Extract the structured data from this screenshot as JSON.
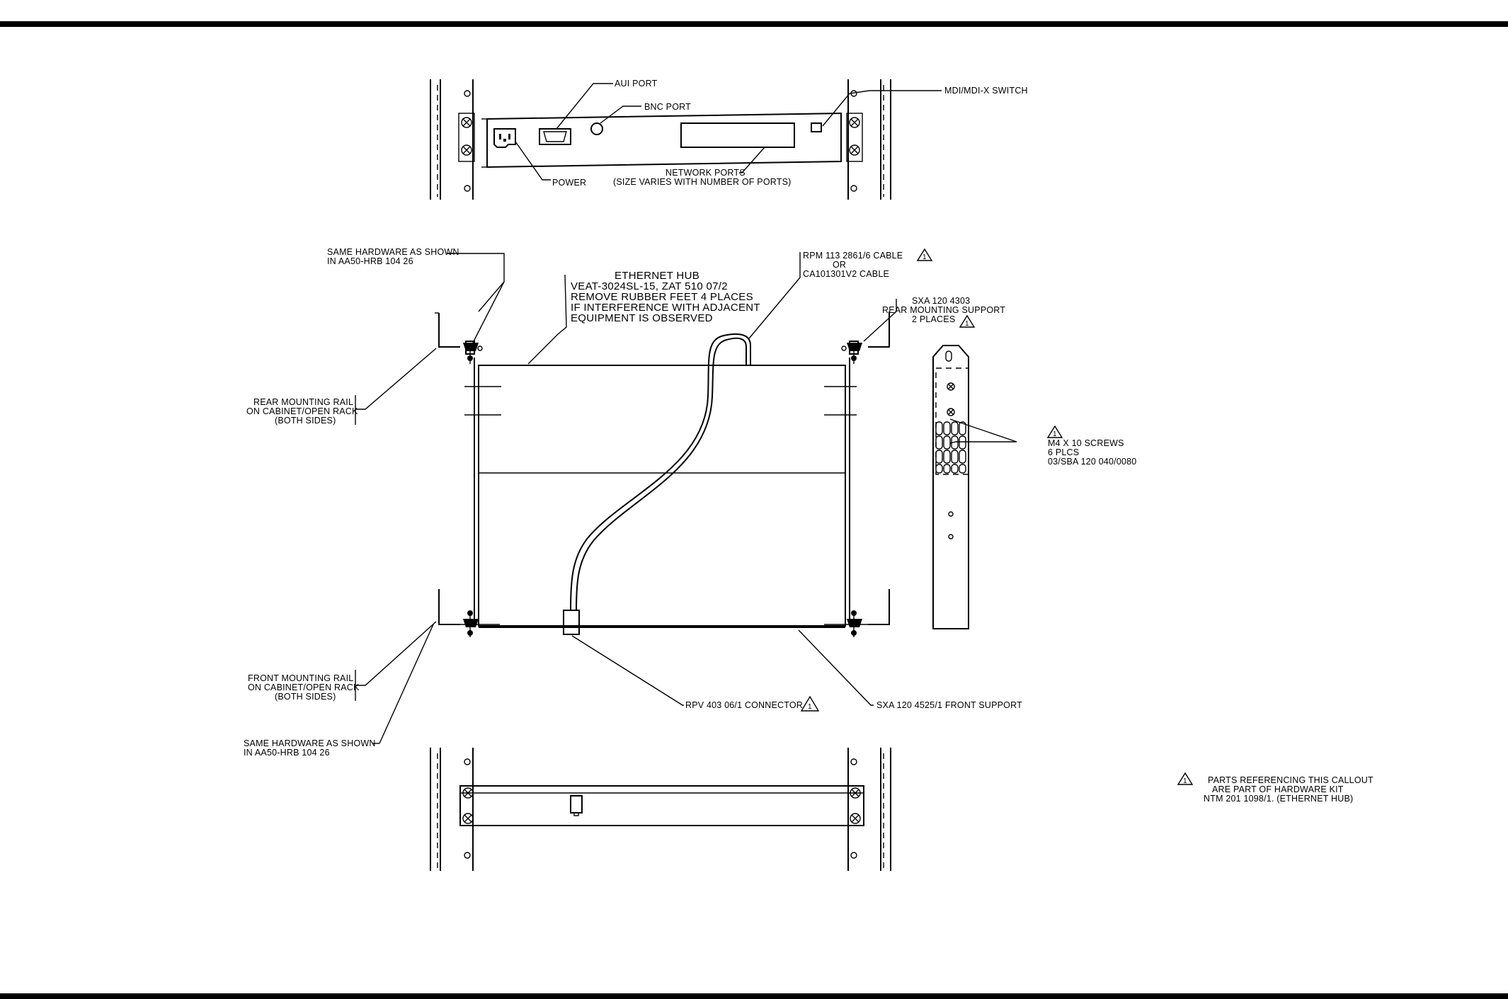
{
  "labels": {
    "aui_port": "AUI PORT",
    "bnc_port": "BNC PORT",
    "mdi_switch": "MDI/MDI-X SWITCH",
    "power": "POWER",
    "network_ports_1": "NETWORK PORTS",
    "network_ports_2": "(SIZE VARIES WITH NUMBER OF PORTS)",
    "same_hw_top_1": "SAME HARDWARE AS SHOWN",
    "same_hw_top_2": "IN AA50-HRB 104 26",
    "hub_1": "ETHERNET HUB",
    "hub_2": "VEAT-3024SL-15, ZAT 510 07/2",
    "hub_3": "REMOVE RUBBER FEET 4 PLACES",
    "hub_4": "IF INTERFERENCE WITH ADJACENT",
    "hub_5": "EQUIPMENT IS OBSERVED",
    "cable_1": "RPM 113 2861/6 CABLE",
    "cable_2": "OR",
    "cable_3": "CA101301V2 CABLE",
    "rear_support_1": "SXA 120 4303",
    "rear_support_2": "REAR MOUNTING SUPPORT",
    "rear_support_3": "2 PLACES",
    "rear_rail_1": "REAR MOUNTING RAIL",
    "rear_rail_2": "ON CABINET/OPEN RACK",
    "rear_rail_3": "(BOTH SIDES)",
    "screws_1": "M4 X 10 SCREWS",
    "screws_2": "6 PLCS",
    "screws_3": "03/SBA 120 040/0080",
    "front_rail_1": "FRONT MOUNTING RAIL",
    "front_rail_2": "ON CABINET/OPEN RACK",
    "front_rail_3": "(BOTH SIDES)",
    "connector": "RPV 403 06/1 CONNECTOR",
    "front_support": "SXA 120 4525/1 FRONT SUPPORT",
    "same_hw_bot_1": "SAME HARDWARE AS SHOWN",
    "same_hw_bot_2": "IN AA50-HRB 104 26",
    "note_1": "PARTS REFERENCING THIS CALLOUT",
    "note_2": "ARE PART OF HARDWARE KIT",
    "note_3": "NTM 201 1098/1. (ETHERNET HUB)",
    "callout_num": "1"
  }
}
